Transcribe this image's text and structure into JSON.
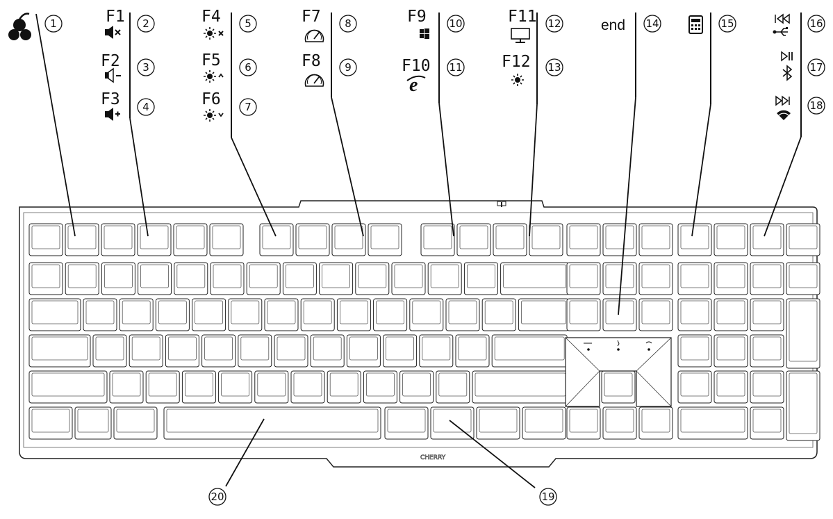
{
  "fn_keys": {
    "f1": "F1",
    "f2": "F2",
    "f3": "F3",
    "f4": "F4",
    "f5": "F5",
    "f6": "F6",
    "f7": "F7",
    "f8": "F8",
    "f9": "F9",
    "f10": "F10",
    "f11": "F11",
    "f12": "F12",
    "end": "end"
  },
  "callouts": [
    "1",
    "2",
    "3",
    "4",
    "5",
    "6",
    "7",
    "8",
    "9",
    "10",
    "11",
    "12",
    "13",
    "14",
    "15",
    "16",
    "17",
    "18",
    "19",
    "20"
  ],
  "icons": {
    "logo": "cherry-logo-icon",
    "f1": "speaker-mute-icon",
    "f2": "volume-down-icon",
    "f3": "volume-up-icon",
    "f4": "brightness-off-icon",
    "f5": "brightness-up-icon",
    "f6": "brightness-down-icon",
    "f7": "speedometer-icon",
    "f8": "speedometer-icon",
    "f9": "windows-lock-icon",
    "f10": "browser-icon",
    "f11": "monitor-icon",
    "f12": "lighting-mode-icon",
    "end": "calculator-icon",
    "media_prev": "previous-track-icon",
    "usb": "usb-icon",
    "play_pause": "play-pause-icon",
    "bluetooth": "bluetooth-icon",
    "next": "next-track-icon",
    "wireless": "wireless-icon"
  }
}
